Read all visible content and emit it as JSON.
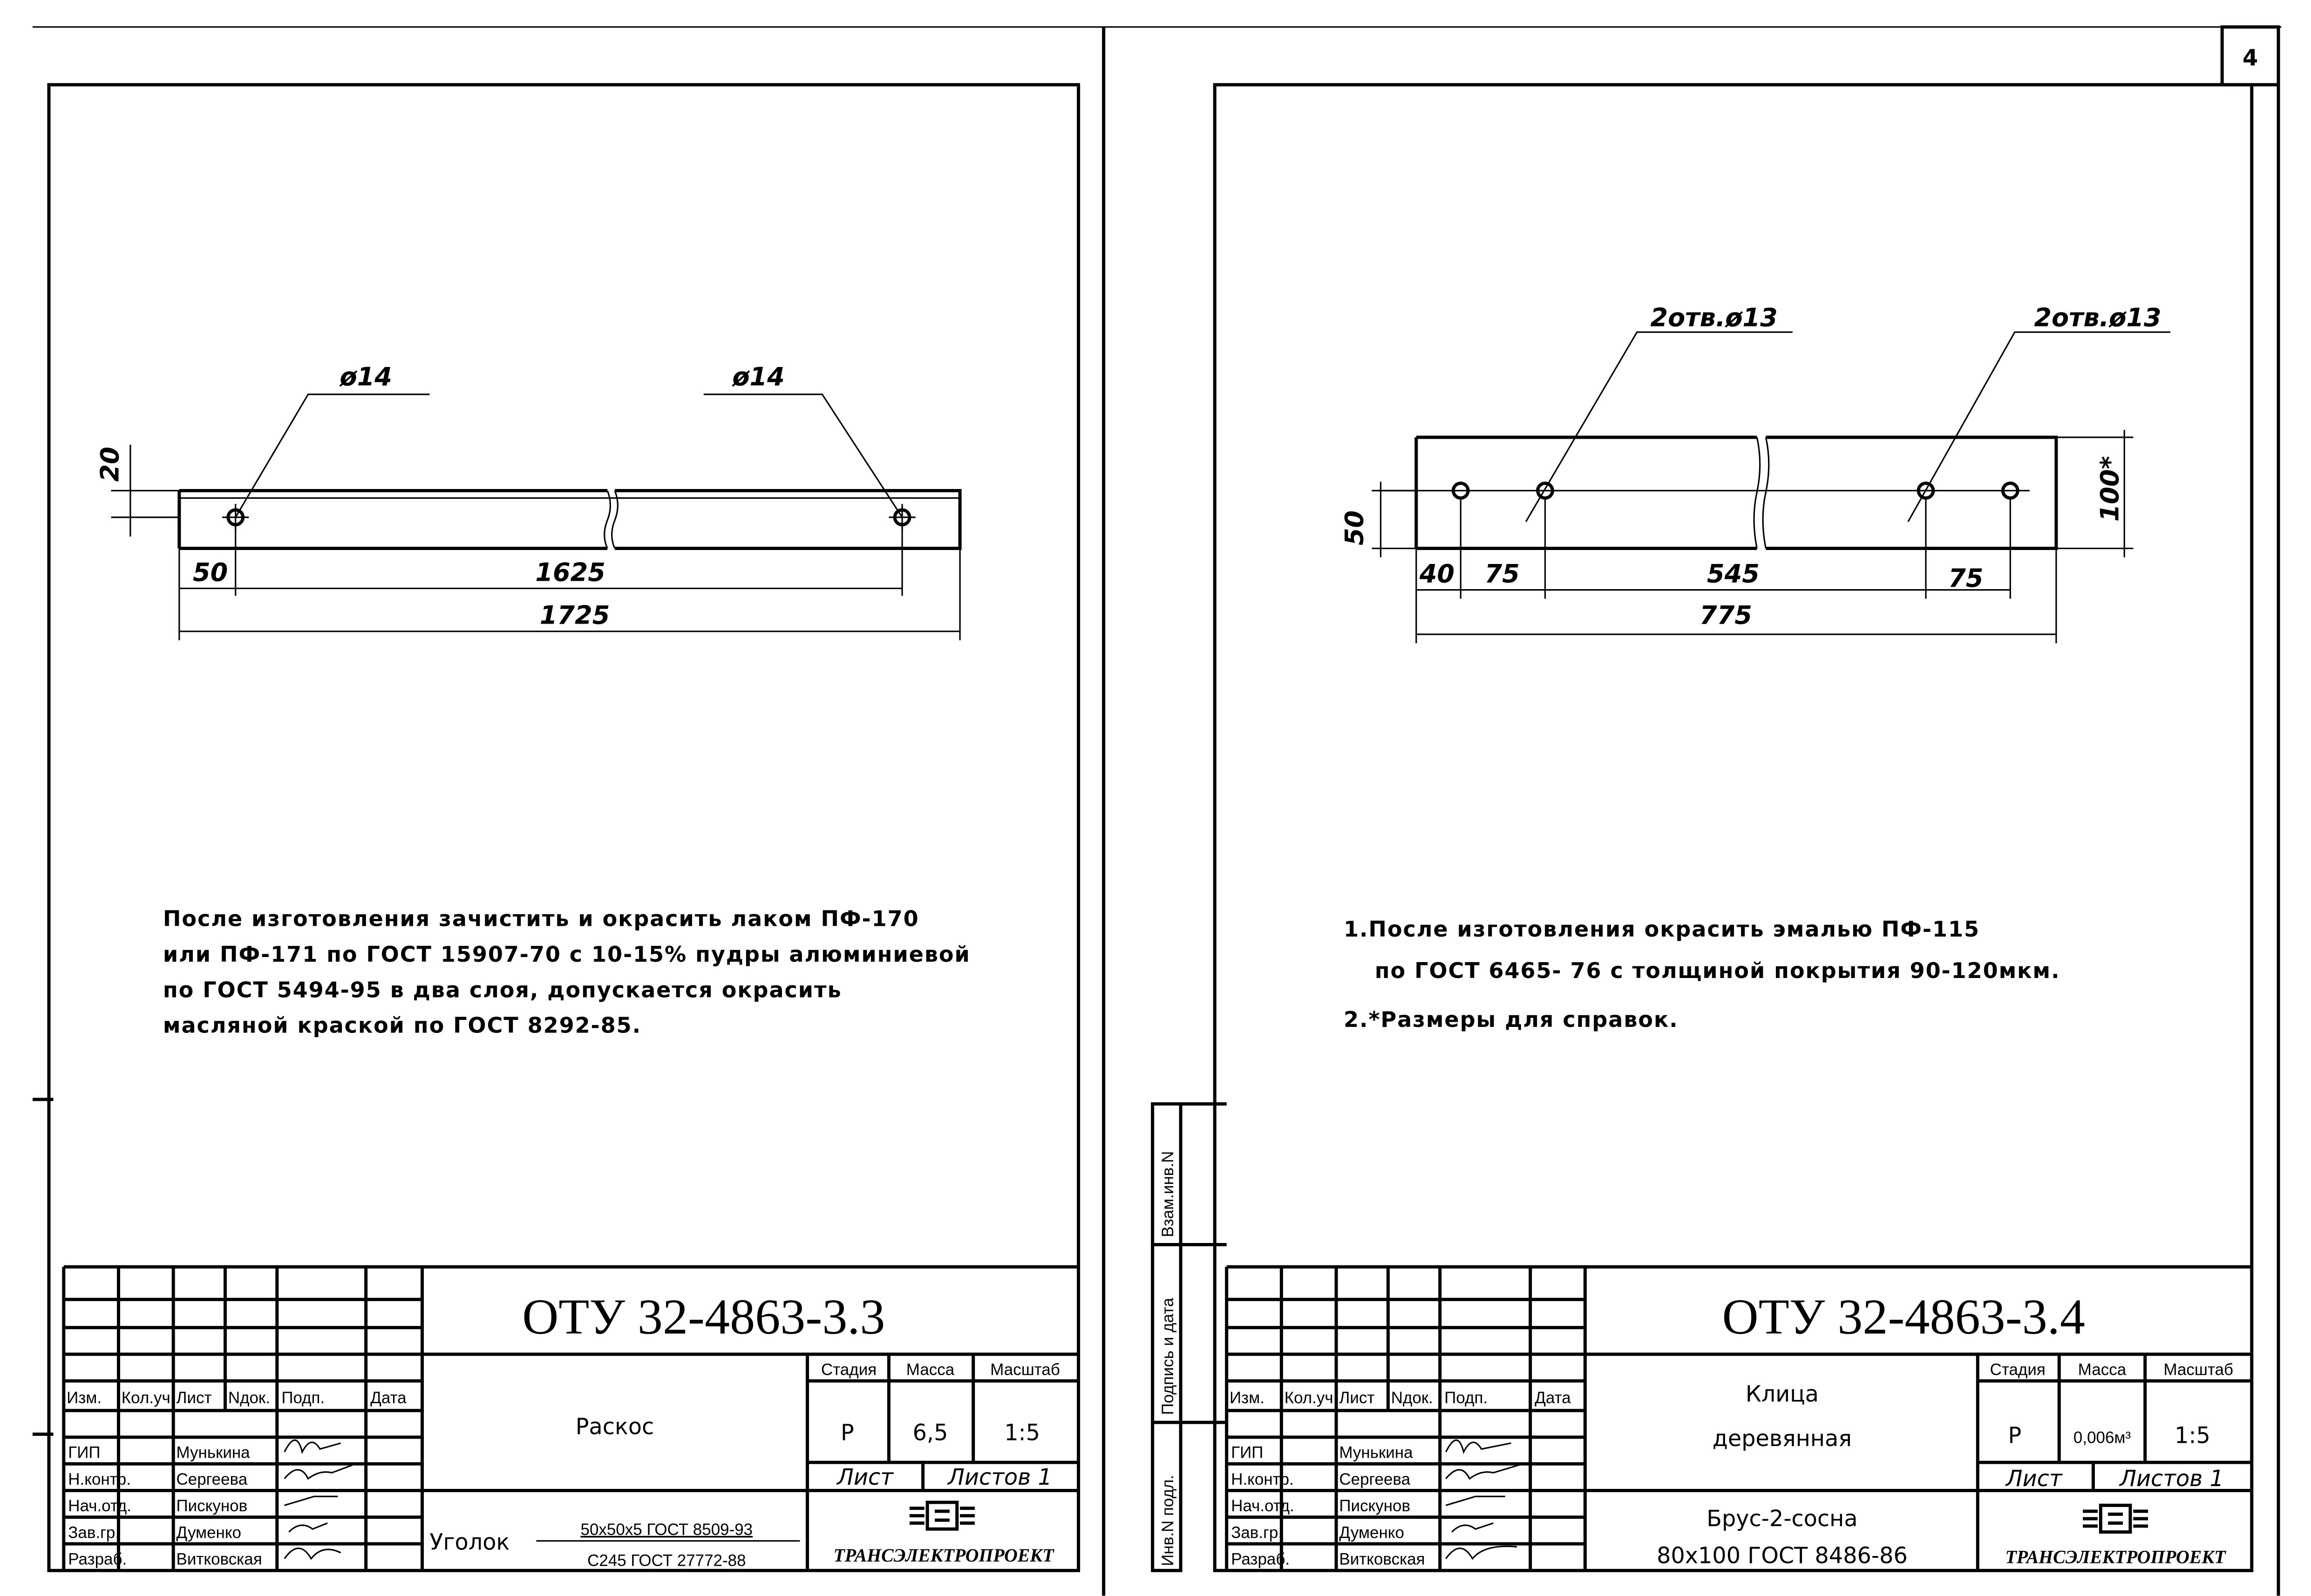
{
  "page_number": "4",
  "side_stamp": [
    "Инв.N подл.",
    "Подпись и дата",
    "Взам.инв.N"
  ],
  "sheets": [
    {
      "drawing": {
        "hole_labels": [
          "ø14",
          "ø14"
        ],
        "dims": {
          "height": "20",
          "edge": "50",
          "between": "1625",
          "total": "1725"
        }
      },
      "notes": [
        "После изготовления зачистить и окрасить лаком ПФ-170",
        "или ПФ-171 по ГОСТ 15907-70 с 10-15% пудры алюминиевой",
        "по ГОСТ 5494-95 в два слоя, допускается окрасить",
        "масляной краской по ГОСТ 8292-85."
      ],
      "title_block": {
        "code": "ОТУ 32-4863-3.3",
        "headers": [
          "Изм.",
          "Кол.уч.",
          "Лист",
          "Nдок.",
          "Подп.",
          "Дата"
        ],
        "roles": [
          {
            "role": "ГИП",
            "name": "Мунькина"
          },
          {
            "role": "Н.контр.",
            "name": "Сергеева"
          },
          {
            "role": "Нач.отд.",
            "name": "Пискунов"
          },
          {
            "role": "Зав.гр.",
            "name": "Думенко"
          },
          {
            "role": "Разраб.",
            "name": "Витковская"
          }
        ],
        "name_lines": [
          "Раскос"
        ],
        "stage_header": "Стадия",
        "mass_header": "Масса",
        "scale_header": "Масштаб",
        "stage": "Р",
        "mass": "6,5",
        "scale": "1:5",
        "sheet_label": "Лист",
        "sheets_label": "Листов 1",
        "material_label": "Уголок",
        "material_top": "50х50х5 ГОСТ 8509-93",
        "material_bottom": "С245 ГОСТ 27772-88",
        "org": "ТРАНСЭЛЕКТРОПРОЕКТ"
      }
    },
    {
      "drawing": {
        "hole_labels": [
          "2отв.ø13",
          "2отв.ø13"
        ],
        "dims": {
          "height": "50",
          "ref_height": "100*",
          "edge": "40",
          "pitch1": "75",
          "between": "545",
          "pitch2": "75",
          "total": "775"
        }
      },
      "notes": [
        "1.После изготовления окрасить эмалью ПФ-115",
        "по ГОСТ 6465- 76 с толщиной покрытия 90-120мкм.",
        "2.*Размеры для справок."
      ],
      "title_block": {
        "code": "ОТУ 32-4863-3.4",
        "headers": [
          "Изм.",
          "Кол.уч.",
          "Лист",
          "Nдок.",
          "Подп.",
          "Дата"
        ],
        "roles": [
          {
            "role": "ГИП",
            "name": "Мунькина"
          },
          {
            "role": "Н.контр.",
            "name": "Сергеева"
          },
          {
            "role": "Нач.отд.",
            "name": "Пискунов"
          },
          {
            "role": "Зав.гр.",
            "name": "Думенко"
          },
          {
            "role": "Разраб.",
            "name": "Витковская"
          }
        ],
        "name_lines": [
          "Клица",
          "деревянная"
        ],
        "stage_header": "Стадия",
        "mass_header": "Масса",
        "scale_header": "Масштаб",
        "stage": "Р",
        "mass": "0,006м³",
        "scale": "1:5",
        "sheet_label": "Лист",
        "sheets_label": "Листов 1",
        "material_top": "Брус-2-сосна",
        "material_bottom": "80х100 ГОСТ 8486-86",
        "org": "ТРАНСЭЛЕКТРОПРОЕКТ"
      }
    }
  ]
}
